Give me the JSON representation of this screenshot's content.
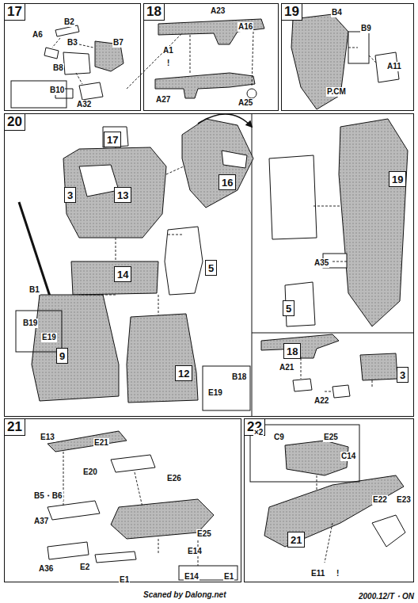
{
  "diagram": {
    "nodes": [
      {
        "text": [
          "17"
        ]
      },
      {
        "text": [
          "18"
        ]
      },
      {
        "text": [
          "19"
        ]
      },
      {
        "text": [
          "20"
        ]
      },
      {
        "text": [
          "17"
        ],
        "in": 3
      },
      {
        "text": [
          "13"
        ],
        "in": 3
      },
      {
        "text": [
          "16"
        ],
        "in": 3
      },
      {
        "text": [
          "3"
        ],
        "in": 3
      },
      {
        "text": [
          "5"
        ],
        "in": 3
      },
      {
        "text": [
          "14"
        ],
        "in": 3
      },
      {
        "text": [
          "9"
        ],
        "in": 3
      },
      {
        "text": [
          "12"
        ],
        "in": 3
      },
      {
        "text": [
          "19"
        ],
        "in": 3
      },
      {
        "text": [
          "5"
        ],
        "in": 3
      },
      {
        "text": [
          "18"
        ],
        "in": 3
      },
      {
        "text": [
          "3"
        ],
        "in": 3
      },
      {
        "text": [
          "21"
        ]
      },
      {
        "text": [
          "22"
        ]
      },
      {
        "text": [
          "21"
        ],
        "in": 17
      }
    ],
    "labels": [
      "B2",
      "A6",
      "B3",
      "B7",
      "B8",
      "B10",
      "A32",
      "A23",
      "A16",
      "A1",
      "!",
      "A27",
      "A25",
      "B4",
      "B9",
      "A11",
      "P.CM",
      "B1",
      "B19",
      "E19",
      "E19",
      "B18",
      "A35",
      "A21",
      "A22",
      "E13",
      "E21",
      "E20",
      "B5・B6",
      "A37",
      "A36",
      "E26",
      "E25",
      "E14",
      "E2",
      "E1",
      "E14",
      "E1",
      "×2",
      "C9",
      "E25",
      "C14",
      "E22",
      "E23",
      "E11",
      "!",
      "Scaned by Dalong.net",
      "2000.12/T・ON"
    ]
  }
}
